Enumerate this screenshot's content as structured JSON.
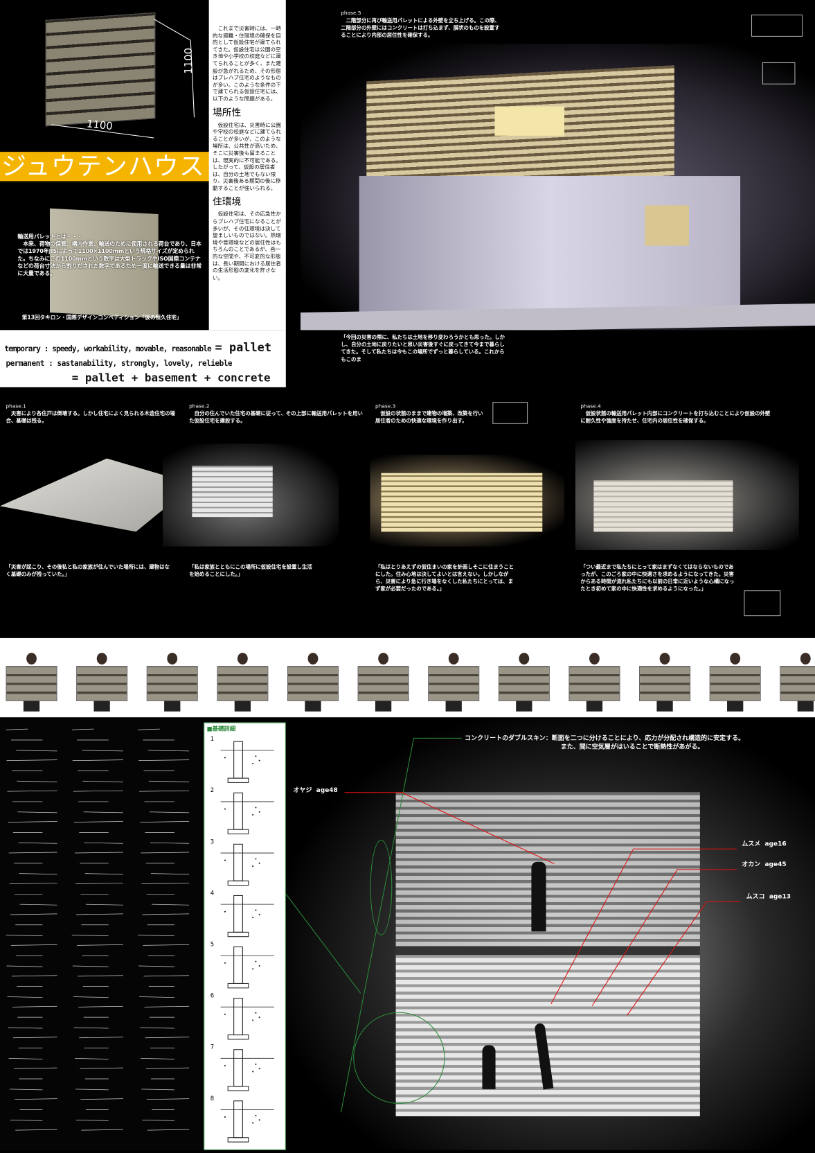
{
  "header": {
    "title": "ジュウテンハウス",
    "dimension_width": "1100",
    "dimension_height": "1100",
    "pallet_caption_title": "輸送用パレットとは・・・",
    "pallet_caption_body": "本来、荷物の保管、構内作業、輸送のために使用される荷台であり、日本では1970年JISによって1100×1100mmという規格サイズが定められた。ちなみにこの1100mmという数字は大型トラックやISO国際コンテナなどの荷台寸法から割りだされた数字であるため一度に輸送できる量は非常に大量である。",
    "competition": "第13回タキロン・国際デザインコンペティション「仮の恒久住宅」"
  },
  "intro": {
    "body": "これまで災害時には、一時的な避難・住環境の確保を目的として仮設住宅が建てられてきた。仮設住宅は公園の空き地や小学校の校庭などに建てられることが多く、また建設が急がれるため、その形態はプレハブ住宅のようなものが多い。このような条件の下で建てられる仮設住宅には、以下のような問題がある。",
    "sections": [
      {
        "heading": "場所性",
        "body": "仮設住宅は、災害時に公園や学校の校庭などに建てられることが多いが、このような場所は、公共性が高いため、そこに災害後も留まることは、現実的に不可能である。したがって、仮設の居住者は、自分の土地でもない限り、災害後ある期間の後に移動することが強いられる。"
      },
      {
        "heading": "住環境",
        "body": "仮設住宅は、その応急性からプレハブ住宅になることが多いが、その住環境は決して望ましいものではない。熱環境や音環境などの居住性はもちろんのことであるが、画一的な空間や、不可変的な形態は、長い期間における居住者の生活形態の変化を許さない。"
      }
    ]
  },
  "slogan": {
    "temporary": "temporary : speedy, workability, movable, reasonable",
    "temporary_result": "= pallet",
    "permanent": "permanent : sastanability, strongly, lovely, relieble",
    "permanent_result": "= pallet + basement + concrete"
  },
  "phase5": {
    "label": "phase.5",
    "text": "二階部分に再び輸送用パレットによる外壁を立ち上げる。この際、二階部分の外壁にはコンクリートは打ち込まず、膜状のものを設置することにより内部の居住性を確保する。",
    "quote": "「今回の災害の際に、私たちは土地を移り変わろうかとも思った。しかし、自分の土地に戻りたいと思い災害後すぐに戻ってきて今まで暮らしてきた。そして私たちは今もこの場所でずっと暮らしている。これからもこのま"
  },
  "phases": [
    {
      "label": "phase.1",
      "text": "災害により各住戸は倒壊する。しかし住宅によく見られる木造住宅の場合、基礎は残る。",
      "quote": "「災害が起こり、その後私と私の家族が住んでいた場所には、建物はなく基礎のみが残っていた。」"
    },
    {
      "label": "phase.2",
      "text": "自分の住んでいた住宅の基礎に従って、その上部に輸送用パレットを用いた仮設住宅を建設する。",
      "quote": "「私は家族とともにこの場所に仮設住宅を設置し生活を始めることにした。」"
    },
    {
      "label": "phase.3",
      "text": "仮設の状態のままで建物の増築、改築を行い居住者のための快適な環境を作り出す。",
      "quote": "「私はとりあえずの仮住まいの家を計画しそこに住まうことにした。住み心地は決してよいとは言えない。しかしながら、災害により急に行き場をなくした私たちにとっては、まず家が必要だったのである。」"
    },
    {
      "label": "phase.4",
      "text": "仮設状態の輸送用パレット内部にコンクリートを打ち込むことにより仮設の外壁に耐久性や強度を持たせ、住宅内の居住性を確保する。",
      "quote": "「つい最近まで私たちにとって家はまずなくてはならないものであったが、このごろ家の中に快適さを求めるようになってきた。災害からある時間が流れ私たちにも以前の日常に近いような心構になったとき初めて家の中に快適性を求めるようになった。」"
    }
  ],
  "detail": {
    "title": "■基礎詳細",
    "steps": [
      "1",
      "2",
      "3",
      "4",
      "5",
      "6",
      "7",
      "8"
    ]
  },
  "section_photo": {
    "skin_title": "コンクリートのダブルスキン：断面を二つに分けることにより、応力が分配され構造的に安定する。",
    "skin_body": "また、間に空気層がはいることで断熱性があがる。",
    "figures": [
      {
        "name": "オヤジ",
        "age": "age48"
      },
      {
        "name": "ムスメ",
        "age": "age16"
      },
      {
        "name": "オカン",
        "age": "age45"
      },
      {
        "name": "ムスコ",
        "age": "age13"
      }
    ]
  },
  "colors": {
    "banner": "#f5b400",
    "accent_red": "#e01010",
    "accent_green": "#2a8a3a"
  }
}
